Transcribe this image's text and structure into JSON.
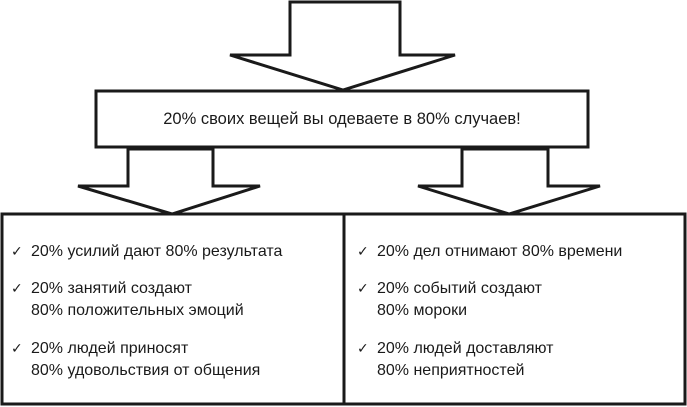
{
  "main_statement": "20% своих вещей вы одеваете в 80% случаев!",
  "left_column": {
    "items": [
      {
        "check": "✓",
        "lines": [
          "20% усилий дают 80% результата"
        ]
      },
      {
        "check": "✓",
        "lines": [
          "20% занятий создают",
          "80% положительных эмоций"
        ]
      },
      {
        "check": "✓",
        "lines": [
          "20% людей приносят",
          "80% удовольствия от общения"
        ]
      }
    ]
  },
  "right_column": {
    "items": [
      {
        "check": "✓",
        "lines": [
          "20% дел отнимают 80% времени"
        ]
      },
      {
        "check": "✓",
        "lines": [
          "20% событий создают",
          "80% мороки"
        ]
      },
      {
        "check": "✓",
        "lines": [
          "20% людей доставляют",
          "80% неприятностей"
        ]
      }
    ]
  },
  "colors": {
    "stroke": "#1a1a1a",
    "background": "#ffffff"
  }
}
